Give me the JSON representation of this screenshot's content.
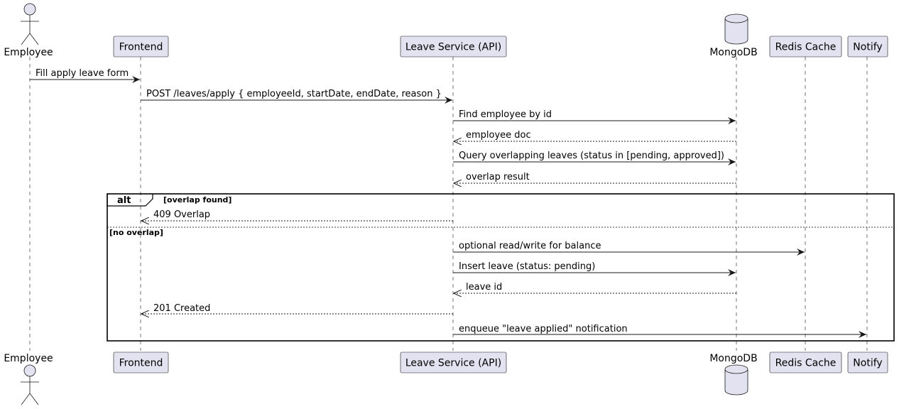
{
  "participants": [
    {
      "id": "employee",
      "label": "Employee",
      "kind": "actor"
    },
    {
      "id": "frontend",
      "label": "Frontend",
      "kind": "participant"
    },
    {
      "id": "leave_service",
      "label": "Leave Service (API)",
      "kind": "participant"
    },
    {
      "id": "mongodb",
      "label": "MongoDB",
      "kind": "database"
    },
    {
      "id": "redis",
      "label": "Redis Cache",
      "kind": "participant"
    },
    {
      "id": "notify",
      "label": "Notify",
      "kind": "participant"
    }
  ],
  "messages": [
    {
      "from": "employee",
      "to": "frontend",
      "label": "Fill apply leave form",
      "style": "solid"
    },
    {
      "from": "frontend",
      "to": "leave_service",
      "label": "POST /leaves/apply { employeeId, startDate, endDate, reason }",
      "style": "solid"
    },
    {
      "from": "leave_service",
      "to": "mongodb",
      "label": "Find employee by id",
      "style": "solid"
    },
    {
      "from": "mongodb",
      "to": "leave_service",
      "label": "employee doc",
      "style": "dashed"
    },
    {
      "from": "leave_service",
      "to": "mongodb",
      "label": "Query overlapping leaves (status in [pending, approved])",
      "style": "solid"
    },
    {
      "from": "mongodb",
      "to": "leave_service",
      "label": "overlap result",
      "style": "dashed"
    },
    {
      "from": "leave_service",
      "to": "frontend",
      "label": "409 Overlap",
      "style": "dashed"
    },
    {
      "from": "leave_service",
      "to": "redis",
      "label": "optional read/write for balance",
      "style": "solid"
    },
    {
      "from": "leave_service",
      "to": "mongodb",
      "label": "Insert leave (status: pending)",
      "style": "solid"
    },
    {
      "from": "mongodb",
      "to": "leave_service",
      "label": "leave id",
      "style": "dashed"
    },
    {
      "from": "leave_service",
      "to": "frontend",
      "label": "201 Created",
      "style": "dashed"
    },
    {
      "from": "leave_service",
      "to": "notify",
      "label": "enqueue \"leave applied\" notification",
      "style": "solid"
    }
  ],
  "alt_block": {
    "keyword": "alt",
    "guard": "[overlap found]",
    "else_guard": "[no overlap]"
  },
  "colors": {
    "participant_fill": "#E2E2F0",
    "line": "#181818"
  }
}
